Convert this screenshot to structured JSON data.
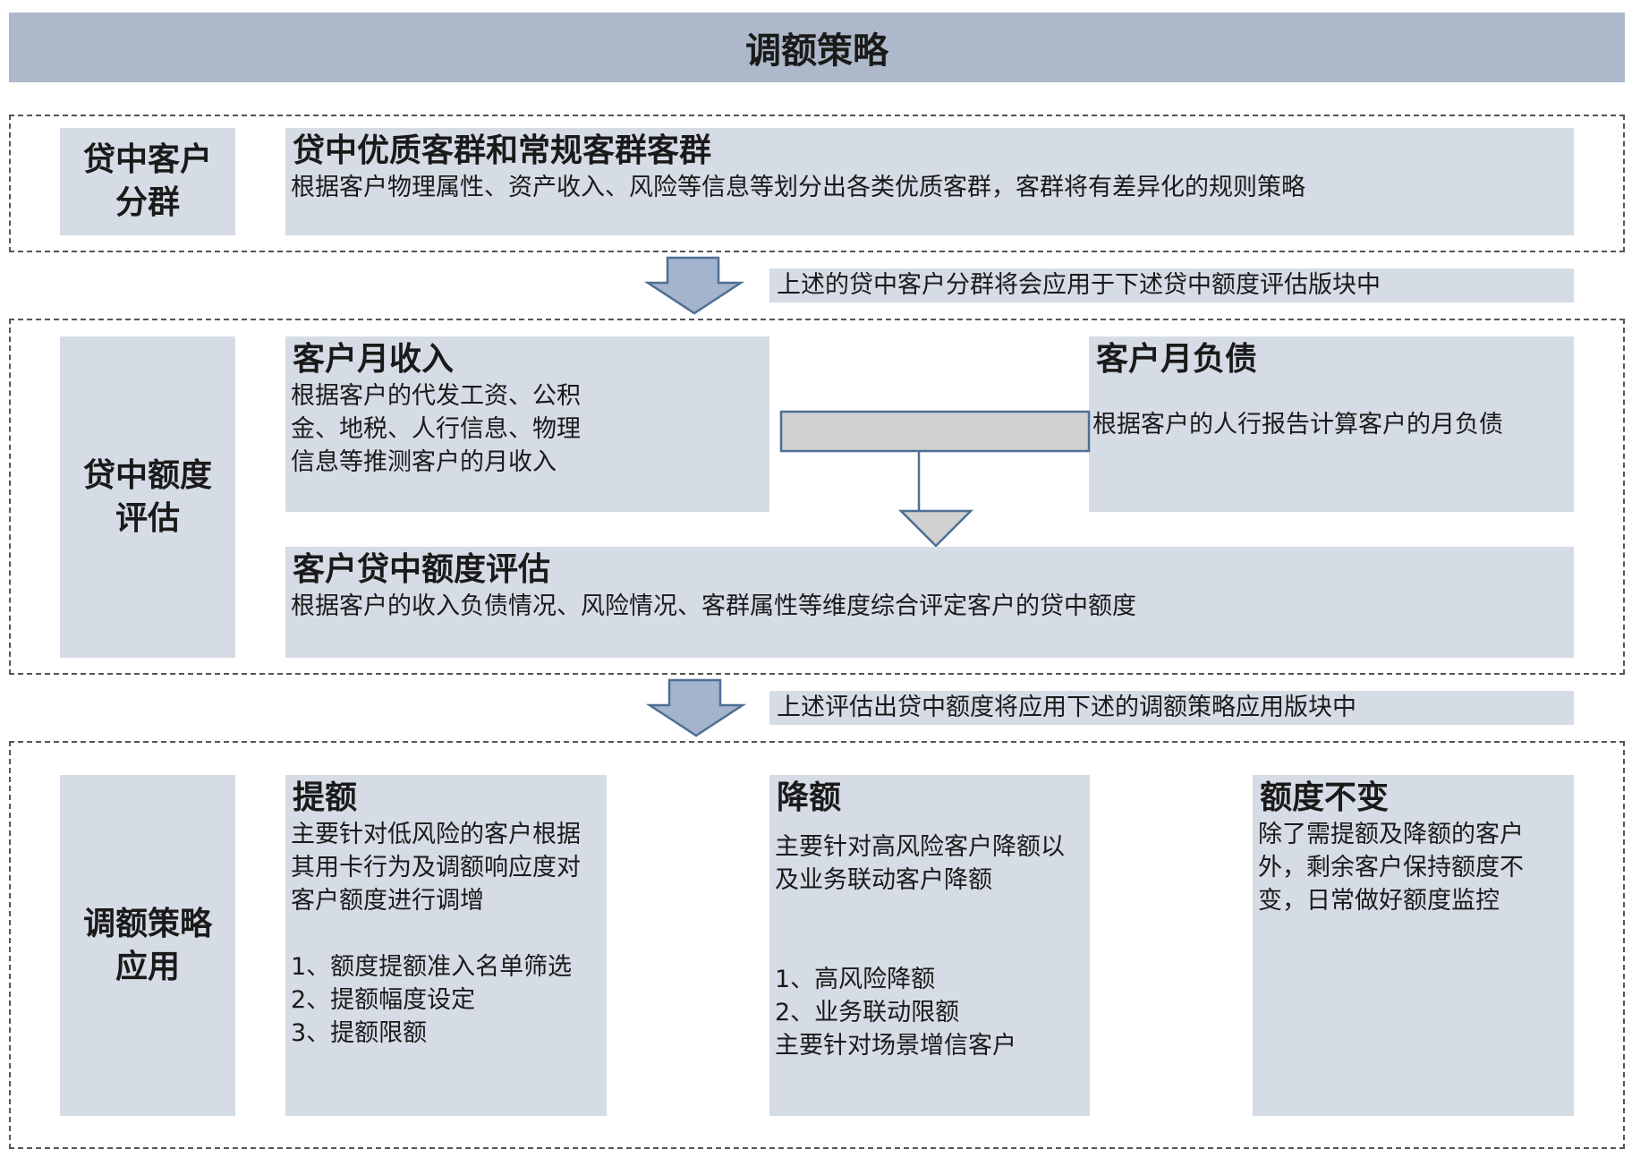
{
  "title": "调额策略",
  "sections": {
    "segmentation": {
      "label": "贷中客户分群",
      "card": {
        "title": "贷中优质客群和常规客群客群",
        "text": "根据客户物理属性、资产收入、风险等信息等划分出各类优质客群，客群将有差异化的规则策略"
      }
    },
    "assessment": {
      "label": "贷中额度评估",
      "income": {
        "title": "客户月收入",
        "text": "根据客户的代发工资、公积\n金、地税、人行信息、物理\n信息等推测客户的月收入"
      },
      "debt": {
        "title": "客户月负债",
        "text": "根据客户的人行报告计算客户的月负债"
      },
      "limit": {
        "title": "客户贷中额度评估",
        "text": "根据客户的收入负债情况、风险情况、客群属性等维度综合评定客户的贷中额度"
      }
    },
    "application": {
      "label": "调额策略应用",
      "increase": {
        "title": "提额",
        "text": "主要针对低风险的客户根据\n其用卡行为及调额响应度对\n客户额度进行调增\n\n1、额度提额准入名单筛选\n2、提额幅度设定\n3、提额限额"
      },
      "decrease": {
        "title": "降额",
        "text": "主要针对高风险客户降额以\n及业务联动客户降额\n\n\n1、高风险降额\n2、业务联动限额\n主要针对场景增信客户"
      },
      "unchanged": {
        "title": "额度不变",
        "text": "除了需提额及降额的客户\n外，剩余客户保持额度不\n变，日常做好额度监控"
      }
    }
  },
  "notes": {
    "note1": "上述的贷中客户分群将会应用于下述贷中额度评估版块中",
    "note2": "上述评估出贷中额度将应用下述的调额策略应用版块中"
  },
  "colors": {
    "title_bar": "#adb9ca",
    "box_fill": "#d6dce5",
    "arrow_fill": "#a3b4cc",
    "arrow_stroke": "#4f6f94",
    "t_arrow_fill": "#d0d0d0"
  }
}
